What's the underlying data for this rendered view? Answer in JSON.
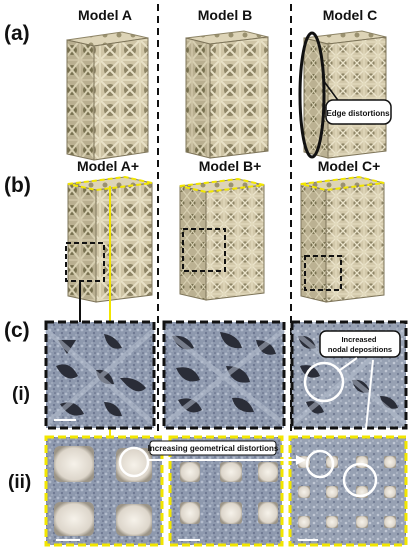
{
  "panels": {
    "a": "(a)",
    "b": "(b)",
    "c": "(c)",
    "ci": "(i)",
    "cii": "(ii)"
  },
  "models_row_a": [
    "Model A",
    "Model B",
    "Model C"
  ],
  "models_row_b": [
    "Model A+",
    "Model B+",
    "Model C+"
  ],
  "annotations": {
    "edge": "Edge distortions",
    "nodal": "Increased nodal depositions",
    "geometric": "Increasing geometrical distortions"
  },
  "colors": {
    "lattice": "#cdc3a4",
    "lattice_dark": "#7d7459",
    "micro_bg": "#8a95ab",
    "micro_hole": "#2a2d38",
    "highlight_yellow": "#f2e600",
    "dash_black": "#111111"
  }
}
